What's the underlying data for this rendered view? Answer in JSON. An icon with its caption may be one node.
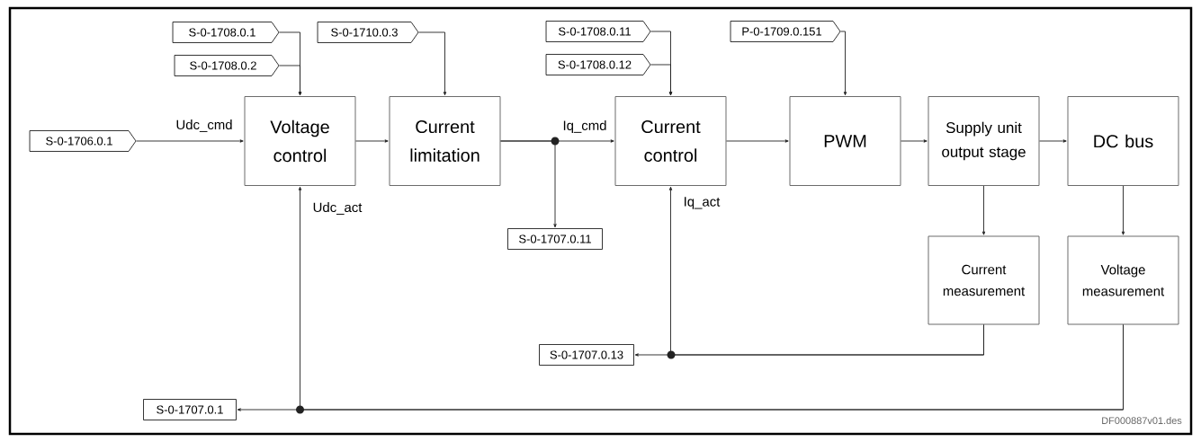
{
  "diagram": {
    "nodes": [
      {
        "text": [
          "S-0-1706.0.1"
        ]
      },
      {
        "text": [
          "S-0-1708.0.1"
        ]
      },
      {
        "text": [
          "S-0-1708.0.2"
        ]
      },
      {
        "text": [
          "S-0-1710.0.3"
        ]
      },
      {
        "text": [
          "S-0-1708.0.11"
        ]
      },
      {
        "text": [
          "S-0-1708.0.12"
        ]
      },
      {
        "text": [
          "P-0-1709.0.151"
        ]
      },
      {
        "text": [
          "Voltage control"
        ]
      },
      {
        "text": [
          "Current limitation"
        ]
      },
      {
        "text": [
          "Current control"
        ]
      },
      {
        "text": [
          "PWM"
        ]
      },
      {
        "text": [
          "Supply unit output stage"
        ]
      },
      {
        "text": [
          "DC bus"
        ]
      },
      {
        "text": [
          "Current measurement"
        ]
      },
      {
        "text": [
          "Voltage measurement"
        ]
      },
      {
        "text": [
          "S-0-1707.0.11"
        ]
      },
      {
        "text": [
          "S-0-1707.0.13"
        ]
      },
      {
        "text": [
          "S-0-1707.0.1"
        ]
      }
    ],
    "edges": [
      {
        "from": 0,
        "to": 7,
        "arrow": "to",
        "label": "Udc_cmd"
      },
      {
        "from": 1,
        "to": 7,
        "arrow": "to"
      },
      {
        "from": 2,
        "to": 7,
        "arrow": "to"
      },
      {
        "from": 3,
        "to": 8,
        "arrow": "to"
      },
      {
        "from": 7,
        "to": 8,
        "arrow": "to"
      },
      {
        "from": 8,
        "to": 9,
        "arrow": "to",
        "label": "Iq_cmd"
      },
      {
        "from": 8,
        "to": 15,
        "arrow": "to"
      },
      {
        "from": 4,
        "to": 9,
        "arrow": "to"
      },
      {
        "from": 5,
        "to": 9,
        "arrow": "to"
      },
      {
        "from": 6,
        "to": 10,
        "arrow": "to"
      },
      {
        "from": 9,
        "to": 10,
        "arrow": "to"
      },
      {
        "from": 10,
        "to": 11,
        "arrow": "to"
      },
      {
        "from": 11,
        "to": 12,
        "arrow": "to"
      },
      {
        "from": 11,
        "to": 13,
        "arrow": "to"
      },
      {
        "from": 12,
        "to": 14,
        "arrow": "to"
      },
      {
        "from": 13,
        "to": 16,
        "arrow": "to"
      },
      {
        "from": 13,
        "to": 9,
        "arrow": "to",
        "label": "Iq_act"
      },
      {
        "from": 14,
        "to": 17,
        "arrow": "to"
      },
      {
        "from": 14,
        "to": 7,
        "arrow": "to",
        "label": "Udc_act"
      }
    ],
    "labels": [
      "DF000887v01.des"
    ]
  }
}
